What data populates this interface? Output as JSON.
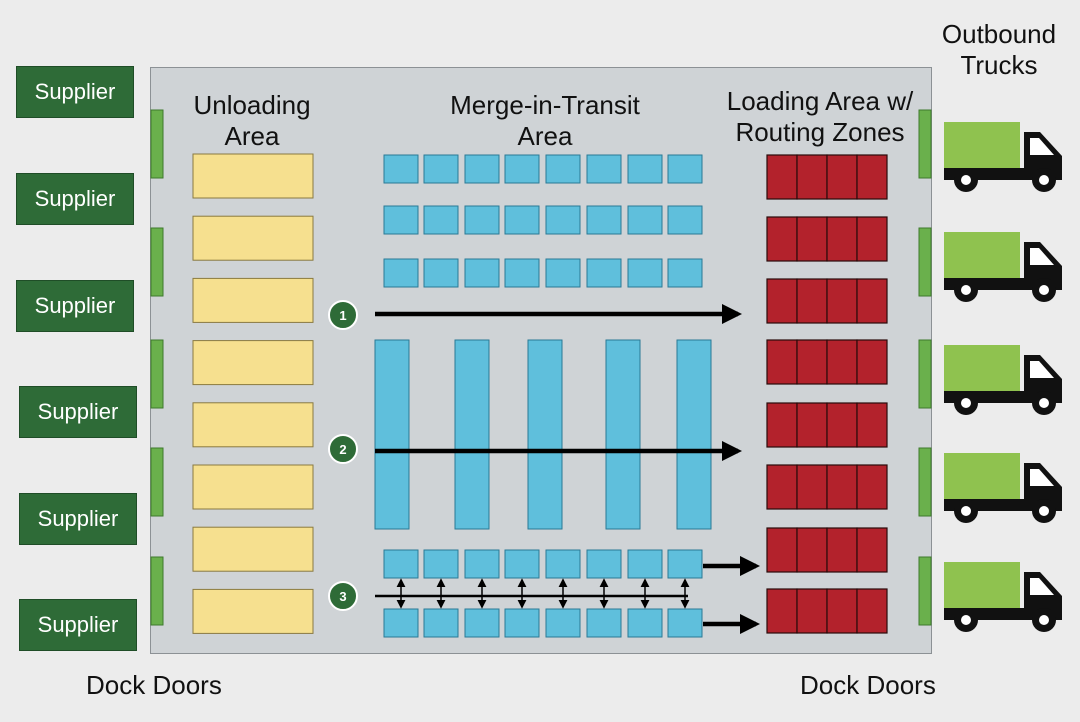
{
  "suppliers": [
    "Supplier",
    "Supplier",
    "Supplier",
    "Supplier",
    "Supplier",
    "Supplier"
  ],
  "titles": {
    "unloading": [
      "Unloading",
      "Area"
    ],
    "merge": [
      "Merge-in-Transit",
      "Area"
    ],
    "loading": [
      "Loading Area w/",
      "Routing Zones"
    ],
    "outbound": [
      "Outbound",
      "Trucks"
    ]
  },
  "dock_doors_left": "Dock Doors",
  "dock_doors_right": "Dock Doors",
  "flow_markers": [
    "1",
    "2",
    "3"
  ],
  "colors": {
    "supplier": "#2e6b37",
    "dock_door": "#6ab04c",
    "unloading_bay": "#f6e08f",
    "merge_box": "#5fbfdc",
    "routing_zone": "#b3222c",
    "truck_cargo": "#8fc24f",
    "marker": "#2e6b37",
    "warehouse": "#cfd3d6"
  }
}
